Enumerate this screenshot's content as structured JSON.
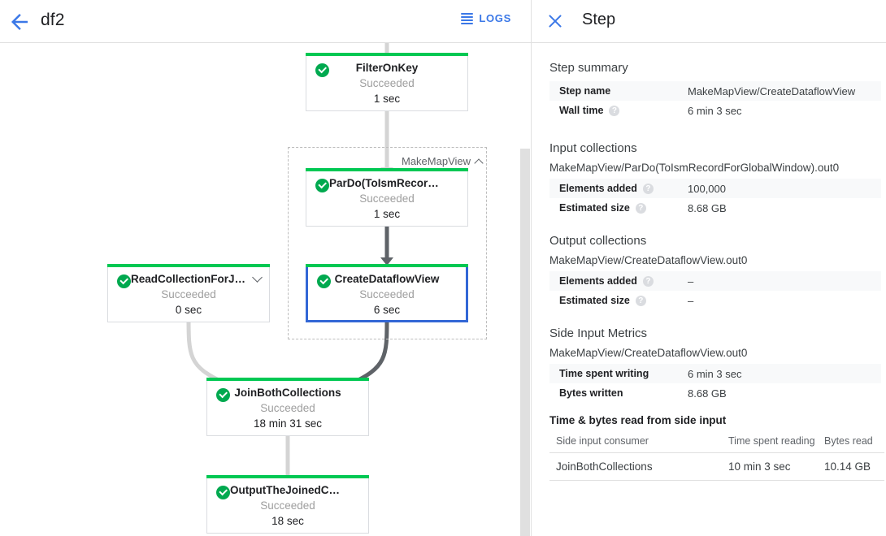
{
  "topbar": {
    "back_icon": "back-arrow-icon",
    "title": "df2",
    "logs_label": "LOGS",
    "logs_icon": "logs-lines-icon"
  },
  "graph": {
    "group": {
      "label": "MakeMapView",
      "chevron": "chevron-up-icon"
    },
    "nodes": [
      {
        "id": "filter-on-key",
        "title": "FilterOnKey",
        "status": "Succeeded",
        "time": "1 sec",
        "selected": false,
        "expandable": false
      },
      {
        "id": "pardo-toismrecord",
        "title": "ParDo(ToIsmRecordFor…",
        "status": "Succeeded",
        "time": "1 sec",
        "selected": false,
        "expandable": false
      },
      {
        "id": "create-dataflow-view",
        "title": "CreateDataflowView",
        "status": "Succeeded",
        "time": "6 sec",
        "selected": true,
        "expandable": false
      },
      {
        "id": "read-collection-for-join",
        "title": "ReadCollectionForJoin",
        "status": "Succeeded",
        "time": "0 sec",
        "selected": false,
        "expandable": true
      },
      {
        "id": "join-both-collections",
        "title": "JoinBothCollections",
        "status": "Succeeded",
        "time": "18 min 31 sec",
        "selected": false,
        "expandable": false
      },
      {
        "id": "output-the-joined-collection",
        "title": "OutputTheJoinedCollec…",
        "status": "Succeeded",
        "time": "18 sec",
        "selected": false,
        "expandable": false
      }
    ],
    "status_color": "#00c853",
    "selected_color": "#3367d6"
  },
  "panel": {
    "close_icon": "close-icon",
    "title": "Step",
    "step_summary": {
      "heading": "Step summary",
      "rows": [
        {
          "key": "Step name",
          "value": "MakeMapView/CreateDataflowView",
          "help": false
        },
        {
          "key": "Wall time",
          "value": "6 min 3 sec",
          "help": true
        }
      ]
    },
    "input_collections": {
      "heading": "Input collections",
      "collection": "MakeMapView/ParDo(ToIsmRecordForGlobalWindow).out0",
      "rows": [
        {
          "key": "Elements added",
          "value": "100,000",
          "help": true
        },
        {
          "key": "Estimated size",
          "value": "8.68 GB",
          "help": true
        }
      ]
    },
    "output_collections": {
      "heading": "Output collections",
      "collection": "MakeMapView/CreateDataflowView.out0",
      "rows": [
        {
          "key": "Elements added",
          "value": "–",
          "help": true
        },
        {
          "key": "Estimated size",
          "value": "–",
          "help": true
        }
      ]
    },
    "side_input_metrics": {
      "heading": "Side Input Metrics",
      "collection": "MakeMapView/CreateDataflowView.out0",
      "rows": [
        {
          "key": "Time spent writing",
          "value": "6 min 3 sec",
          "help": false
        },
        {
          "key": "Bytes written",
          "value": "8.68 GB",
          "help": false
        }
      ]
    },
    "side_input_table": {
      "heading": "Time & bytes read from side input",
      "columns": [
        "Side input consumer",
        "Time spent reading",
        "Bytes read"
      ],
      "rows": [
        [
          "JoinBothCollections",
          "10 min 3 sec",
          "10.14 GB"
        ]
      ]
    }
  }
}
